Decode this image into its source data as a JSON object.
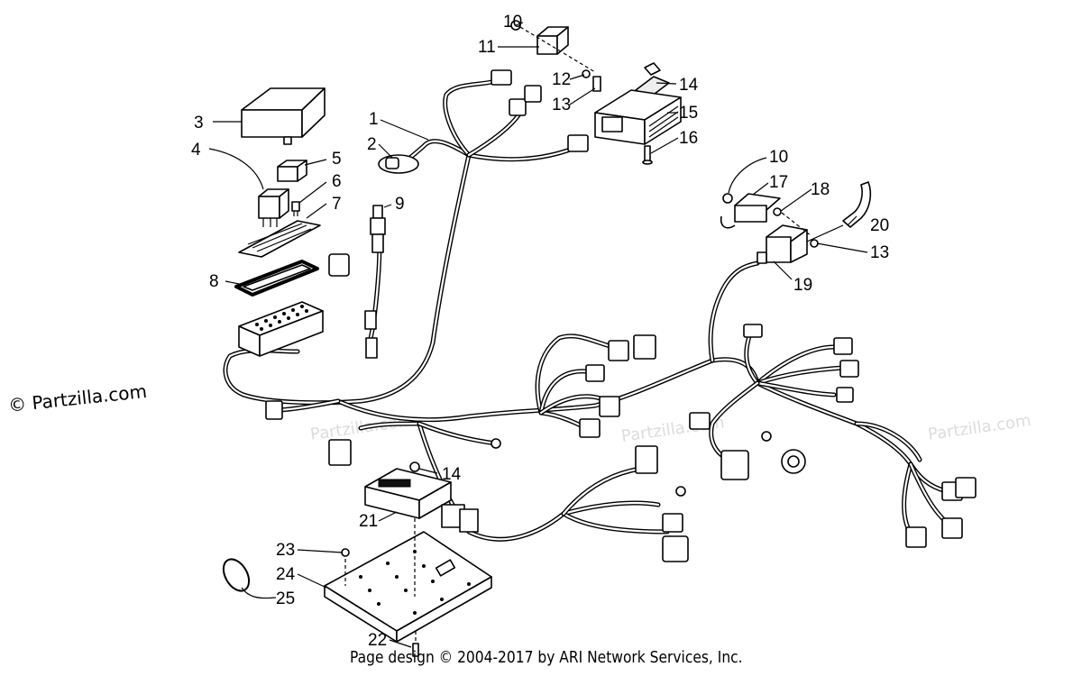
{
  "watermark": "Partzilla.com",
  "copyright": "© Partzilla.com",
  "footer": "Page design © 2004-2017 by ARI Network Services, Inc.",
  "callouts": {
    "c1": "1",
    "c2": "2",
    "c3": "3",
    "c4": "4",
    "c5": "5",
    "c6": "6",
    "c7": "7",
    "c8": "8",
    "c9": "9",
    "c10a": "10",
    "c10b": "10",
    "c11": "11",
    "c12": "12",
    "c13a": "13",
    "c13b": "13",
    "c14a": "14",
    "c14b": "14",
    "c15": "15",
    "c16": "16",
    "c17": "17",
    "c18": "18",
    "c19": "19",
    "c20": "20",
    "c21": "21",
    "c22": "22",
    "c23": "23",
    "c24": "24",
    "c25": "25"
  }
}
